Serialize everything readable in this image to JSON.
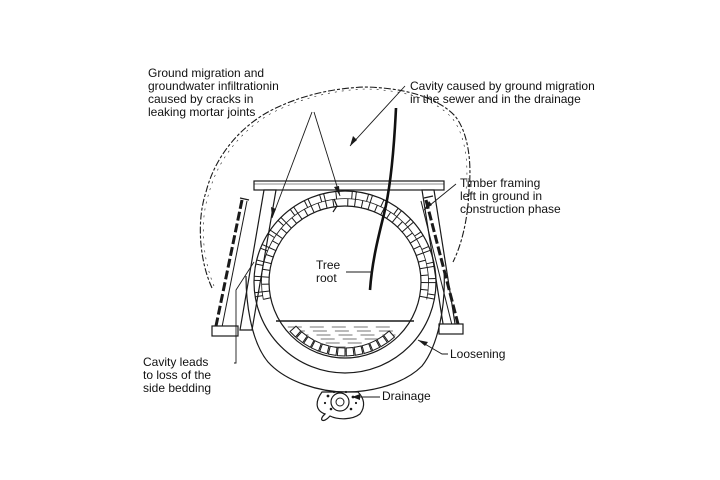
{
  "labels": {
    "ground_migration": "Ground migration and\ngroundwater infiltrationin\ncaused by cracks in\nleaking mortar joints",
    "cavity_sewer": "Cavity caused by ground migration\nin the sewer and in the drainage",
    "timber_framing": "Timber framing\nleft in ground in\nconstruction phase",
    "tree_root": "Tree\nroot",
    "cavity_bedding": "Cavity leads\nto loss of the\nside bedding",
    "loosening": "Loosening",
    "drainage": "Drainage"
  },
  "colors": {
    "line": "#1a1a1a",
    "background": "#ffffff"
  }
}
